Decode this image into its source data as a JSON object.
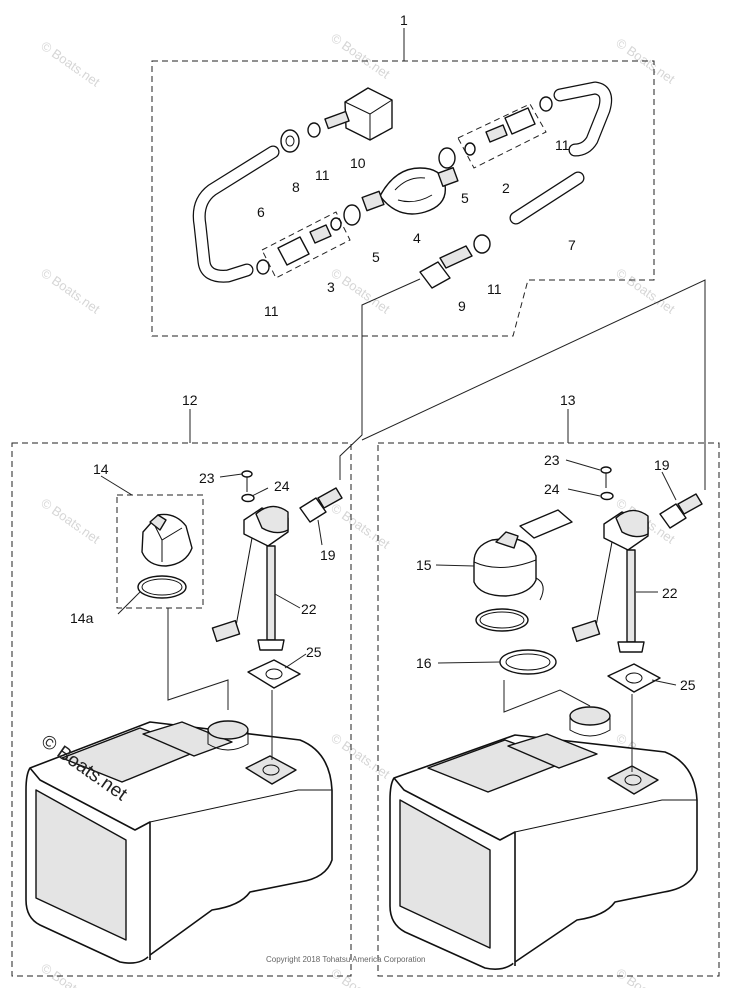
{
  "labels": {
    "l1": "1",
    "l2": "2",
    "l3": "3",
    "l4": "4",
    "l5a": "5",
    "l5b": "5",
    "l6": "6",
    "l7": "7",
    "l8": "8",
    "l9": "9",
    "l10": "10",
    "l11a": "11",
    "l11b": "11",
    "l11c": "11",
    "l11d": "11",
    "l12": "12",
    "l13": "13",
    "l14": "14",
    "l14a": "14a",
    "l15": "15",
    "l16": "16",
    "l19a": "19",
    "l19b": "19",
    "l22a": "22",
    "l22b": "22",
    "l23a": "23",
    "l23b": "23",
    "l24a": "24",
    "l24b": "24",
    "l25a": "25",
    "l25b": "25"
  },
  "watermark": "© Boats.net",
  "copyright": "Copyright 2018 Tohatsu America Corporation"
}
